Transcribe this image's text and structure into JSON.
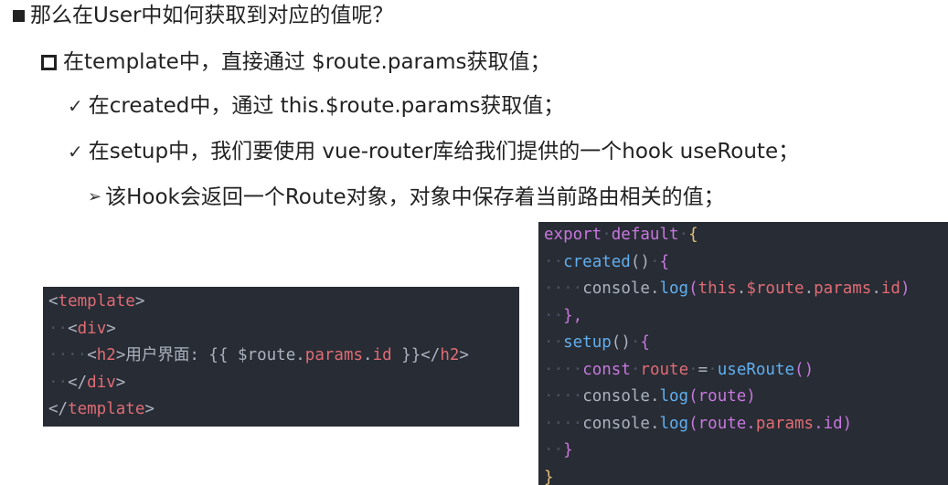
{
  "bullets": {
    "l1": "那么在User中如何获取到对应的值呢？",
    "l2": "在template中，直接通过 $route.params获取值；",
    "l3": "在created中，通过 this.$route.params获取值；",
    "l4": "在setup中，我们要使用 vue-router库给我们提供的一个hook useRoute；",
    "l5": "该Hook会返回一个Route对象，对象中保存着当前路由相关的值；"
  },
  "template_code": {
    "t1_open": "<",
    "t1_tag": "template",
    "t1_close": ">",
    "t2_open": "<",
    "t2_tag": "div",
    "t2_close": ">",
    "t3_open": "<",
    "t3_tag": "h2",
    "t3_close": ">",
    "t3_text": "用户界面: {{ $route.",
    "t3_prop": "params",
    "t3_dot": ".",
    "t3_id": "id",
    "t3_end": " }}</",
    "t3_etag": "h2",
    "t3_eclose": ">",
    "t4_open": "</",
    "t4_tag": "div",
    "t4_close": ">",
    "t5_open": "</",
    "t5_tag": "template",
    "t5_close": ">"
  },
  "script_code": {
    "s1_export": "export",
    "s1_default": "default",
    "s1_brace": "{",
    "s2_created": "created",
    "s2_paren": "()",
    "s2_brace": "{",
    "s3_console": "console.",
    "s3_log": "log",
    "s3_open": "(",
    "s3_this": "this",
    "s3_dot1": ".",
    "s3_route": "$route",
    "s3_dot2": ".",
    "s3_params": "params",
    "s3_dot3": ".",
    "s3_id": "id",
    "s3_close": ")",
    "s4": "},",
    "s5_setup": "setup",
    "s5_paren": "()",
    "s5_brace": "{",
    "s6_const": "const",
    "s6_route": "route",
    "s6_eq": "=",
    "s6_use": "useRoute",
    "s6_paren": "()",
    "s7_console": "console.",
    "s7_log": "log",
    "s7_args": "(route)",
    "s8_console": "console.",
    "s8_log": "log",
    "s8_open": "(route.",
    "s8_params": "params",
    "s8_rest": ".id)",
    "s9": "}",
    "s10": "}"
  }
}
